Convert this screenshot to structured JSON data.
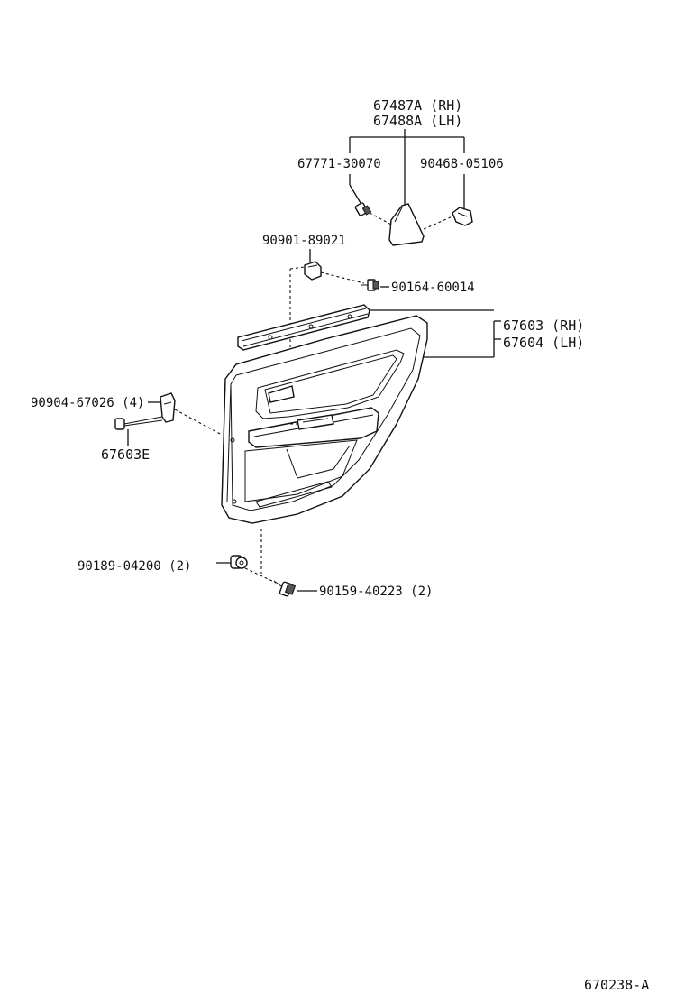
{
  "labels": {
    "trim_panel_top_rh": "67487A (RH)",
    "trim_panel_top_lh": "67488A (LH)",
    "clip_left": "67771-30070",
    "clip_right": "90468-05106",
    "screw_grommet": "90901-89021",
    "screw_upper": "90164-60014",
    "door_trim_rh": "67603 (RH)",
    "door_trim_lh": "67604 (LH)",
    "clip_side": "90904-67026 (4)",
    "bracket": "67603E",
    "clip_bottom": "90189-04200 (2)",
    "screw_bottom": "90159-40223 (2)",
    "diagram_code": "670238-A"
  },
  "colors": {
    "ink": "#111111",
    "background": "#ffffff"
  }
}
